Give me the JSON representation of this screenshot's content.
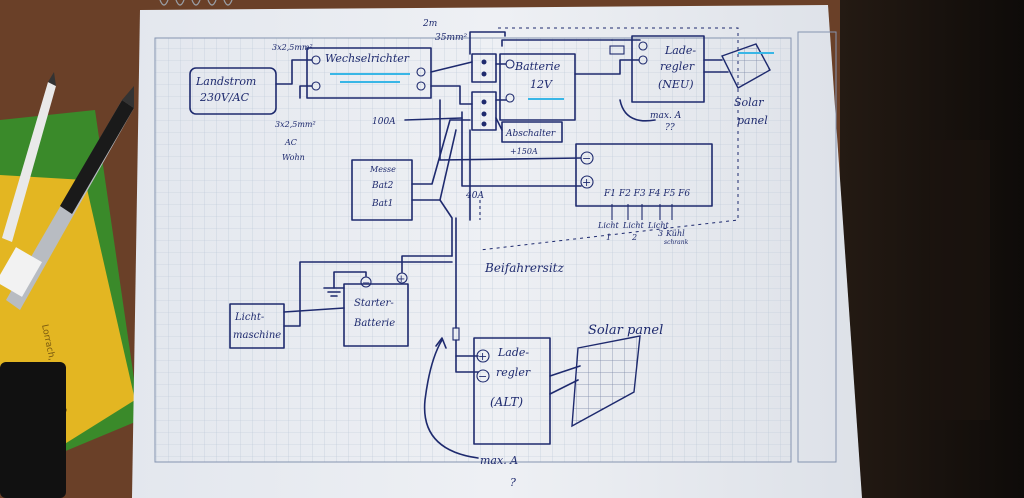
{
  "photo": {
    "note_card": "Lorrach, 19.12.2019"
  },
  "sketch": {
    "top_label": "2m",
    "cable_1": "3x2,5mm²",
    "cable_2": "3x2,5mm²",
    "cable_2_sub": "AC",
    "cable_2_sub2": "Wohn",
    "cable_3": "35mm²",
    "cable_4": "100A",
    "landstrom_line1": "Landstrom",
    "landstrom_line2": "230V/AC",
    "inverter": "Wechselrichter",
    "battery_line1": "Batterie",
    "battery_line2": "12V",
    "disconnect_line1": "Abschalter",
    "disconnect_line2": "+150A",
    "charger_new_line1": "Lade-",
    "charger_new_line2": "regler",
    "charger_new_line3": "(NEU)",
    "charger_new_note": "max. A",
    "charger_new_note2": "??",
    "solar_top_line1": "Solar",
    "solar_top_line2": "panel",
    "meter_line1": "Messe",
    "meter_line2": "Bat2",
    "meter_line3": "Bat1",
    "fuse_labels": "F1 F2 F3 F4 F5 F6",
    "fuse_sub1": "Licht",
    "fuse_sub2": "Licht",
    "fuse_sub3": "Licht",
    "fuse_sub4": "Kühl",
    "fuse_num1": "1",
    "fuse_num2": "2",
    "fuse_num3": "3",
    "fuse_num4": "schrank",
    "cable_5": "40A",
    "seat_label": "Beifahrersitz",
    "alternator_line1": "Licht-",
    "alternator_line2": "maschine",
    "starter_line1": "Starter-",
    "starter_line2": "Batterie",
    "charger_old_line1": "Lade-",
    "charger_old_line2": "regler",
    "charger_old_line3": "(ALT)",
    "charger_old_note": "max. A",
    "charger_old_note2": "?",
    "solar_bottom": "Solar panel",
    "plus": "+",
    "minus": "−"
  }
}
